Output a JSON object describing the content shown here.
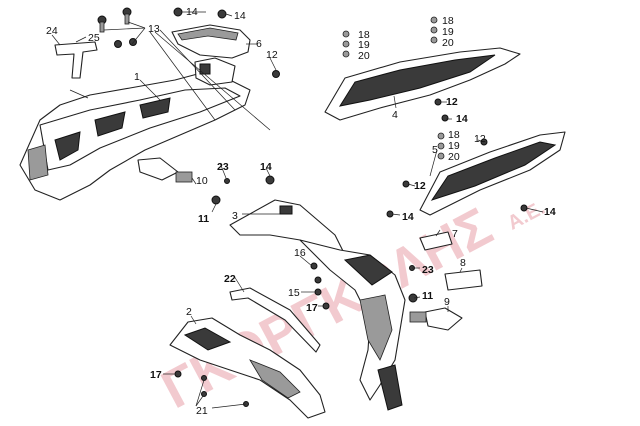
{
  "watermark": {
    "brand": "ΓΚΟΡΓΚΟΛΗΣ",
    "suffix": "Α.Ε.",
    "color": "#e8a0a8"
  },
  "callouts": [
    {
      "id": "c24",
      "label": "24",
      "bold": false
    },
    {
      "id": "c25",
      "label": "25",
      "bold": false
    },
    {
      "id": "c13",
      "label": "13",
      "bold": false
    },
    {
      "id": "c14a",
      "label": "14",
      "bold": false
    },
    {
      "id": "c14b",
      "label": "14",
      "bold": false
    },
    {
      "id": "c6",
      "label": "6",
      "bold": false
    },
    {
      "id": "c12a",
      "label": "12",
      "bold": false
    },
    {
      "id": "c1",
      "label": "1",
      "bold": false
    },
    {
      "id": "c18a",
      "label": "18",
      "bold": false
    },
    {
      "id": "c19a",
      "label": "19",
      "bold": false
    },
    {
      "id": "c20a",
      "label": "20",
      "bold": false
    },
    {
      "id": "c18b",
      "label": "18",
      "bold": false
    },
    {
      "id": "c19b",
      "label": "19",
      "bold": false
    },
    {
      "id": "c20b",
      "label": "20",
      "bold": false
    },
    {
      "id": "c4",
      "label": "4",
      "bold": false
    },
    {
      "id": "c12b",
      "label": "12",
      "bold": true
    },
    {
      "id": "c14c",
      "label": "14",
      "bold": true
    },
    {
      "id": "c18c",
      "label": "18",
      "bold": false
    },
    {
      "id": "c19c",
      "label": "19",
      "bold": false
    },
    {
      "id": "c20c",
      "label": "20",
      "bold": false
    },
    {
      "id": "c12c",
      "label": "12",
      "bold": false
    },
    {
      "id": "c5",
      "label": "5",
      "bold": false
    },
    {
      "id": "c12d",
      "label": "12",
      "bold": true
    },
    {
      "id": "c14d",
      "label": "14",
      "bold": true
    },
    {
      "id": "c14e",
      "label": "14",
      "bold": true
    },
    {
      "id": "c23a",
      "label": "23",
      "bold": true
    },
    {
      "id": "c14f",
      "label": "14",
      "bold": true
    },
    {
      "id": "c10",
      "label": "10",
      "bold": false
    },
    {
      "id": "c11a",
      "label": "11",
      "bold": true
    },
    {
      "id": "c3",
      "label": "3",
      "bold": false
    },
    {
      "id": "c7",
      "label": "7",
      "bold": false
    },
    {
      "id": "c16",
      "label": "16",
      "bold": false
    },
    {
      "id": "c23b",
      "label": "23",
      "bold": true
    },
    {
      "id": "c8",
      "label": "8",
      "bold": false
    },
    {
      "id": "c22",
      "label": "22",
      "bold": true
    },
    {
      "id": "c15",
      "label": "15",
      "bold": false
    },
    {
      "id": "c17a",
      "label": "17",
      "bold": true
    },
    {
      "id": "c11b",
      "label": "11",
      "bold": true
    },
    {
      "id": "c9",
      "label": "9",
      "bold": false
    },
    {
      "id": "c2",
      "label": "2",
      "bold": false
    },
    {
      "id": "c17b",
      "label": "17",
      "bold": true
    },
    {
      "id": "c21",
      "label": "21",
      "bold": false
    }
  ]
}
